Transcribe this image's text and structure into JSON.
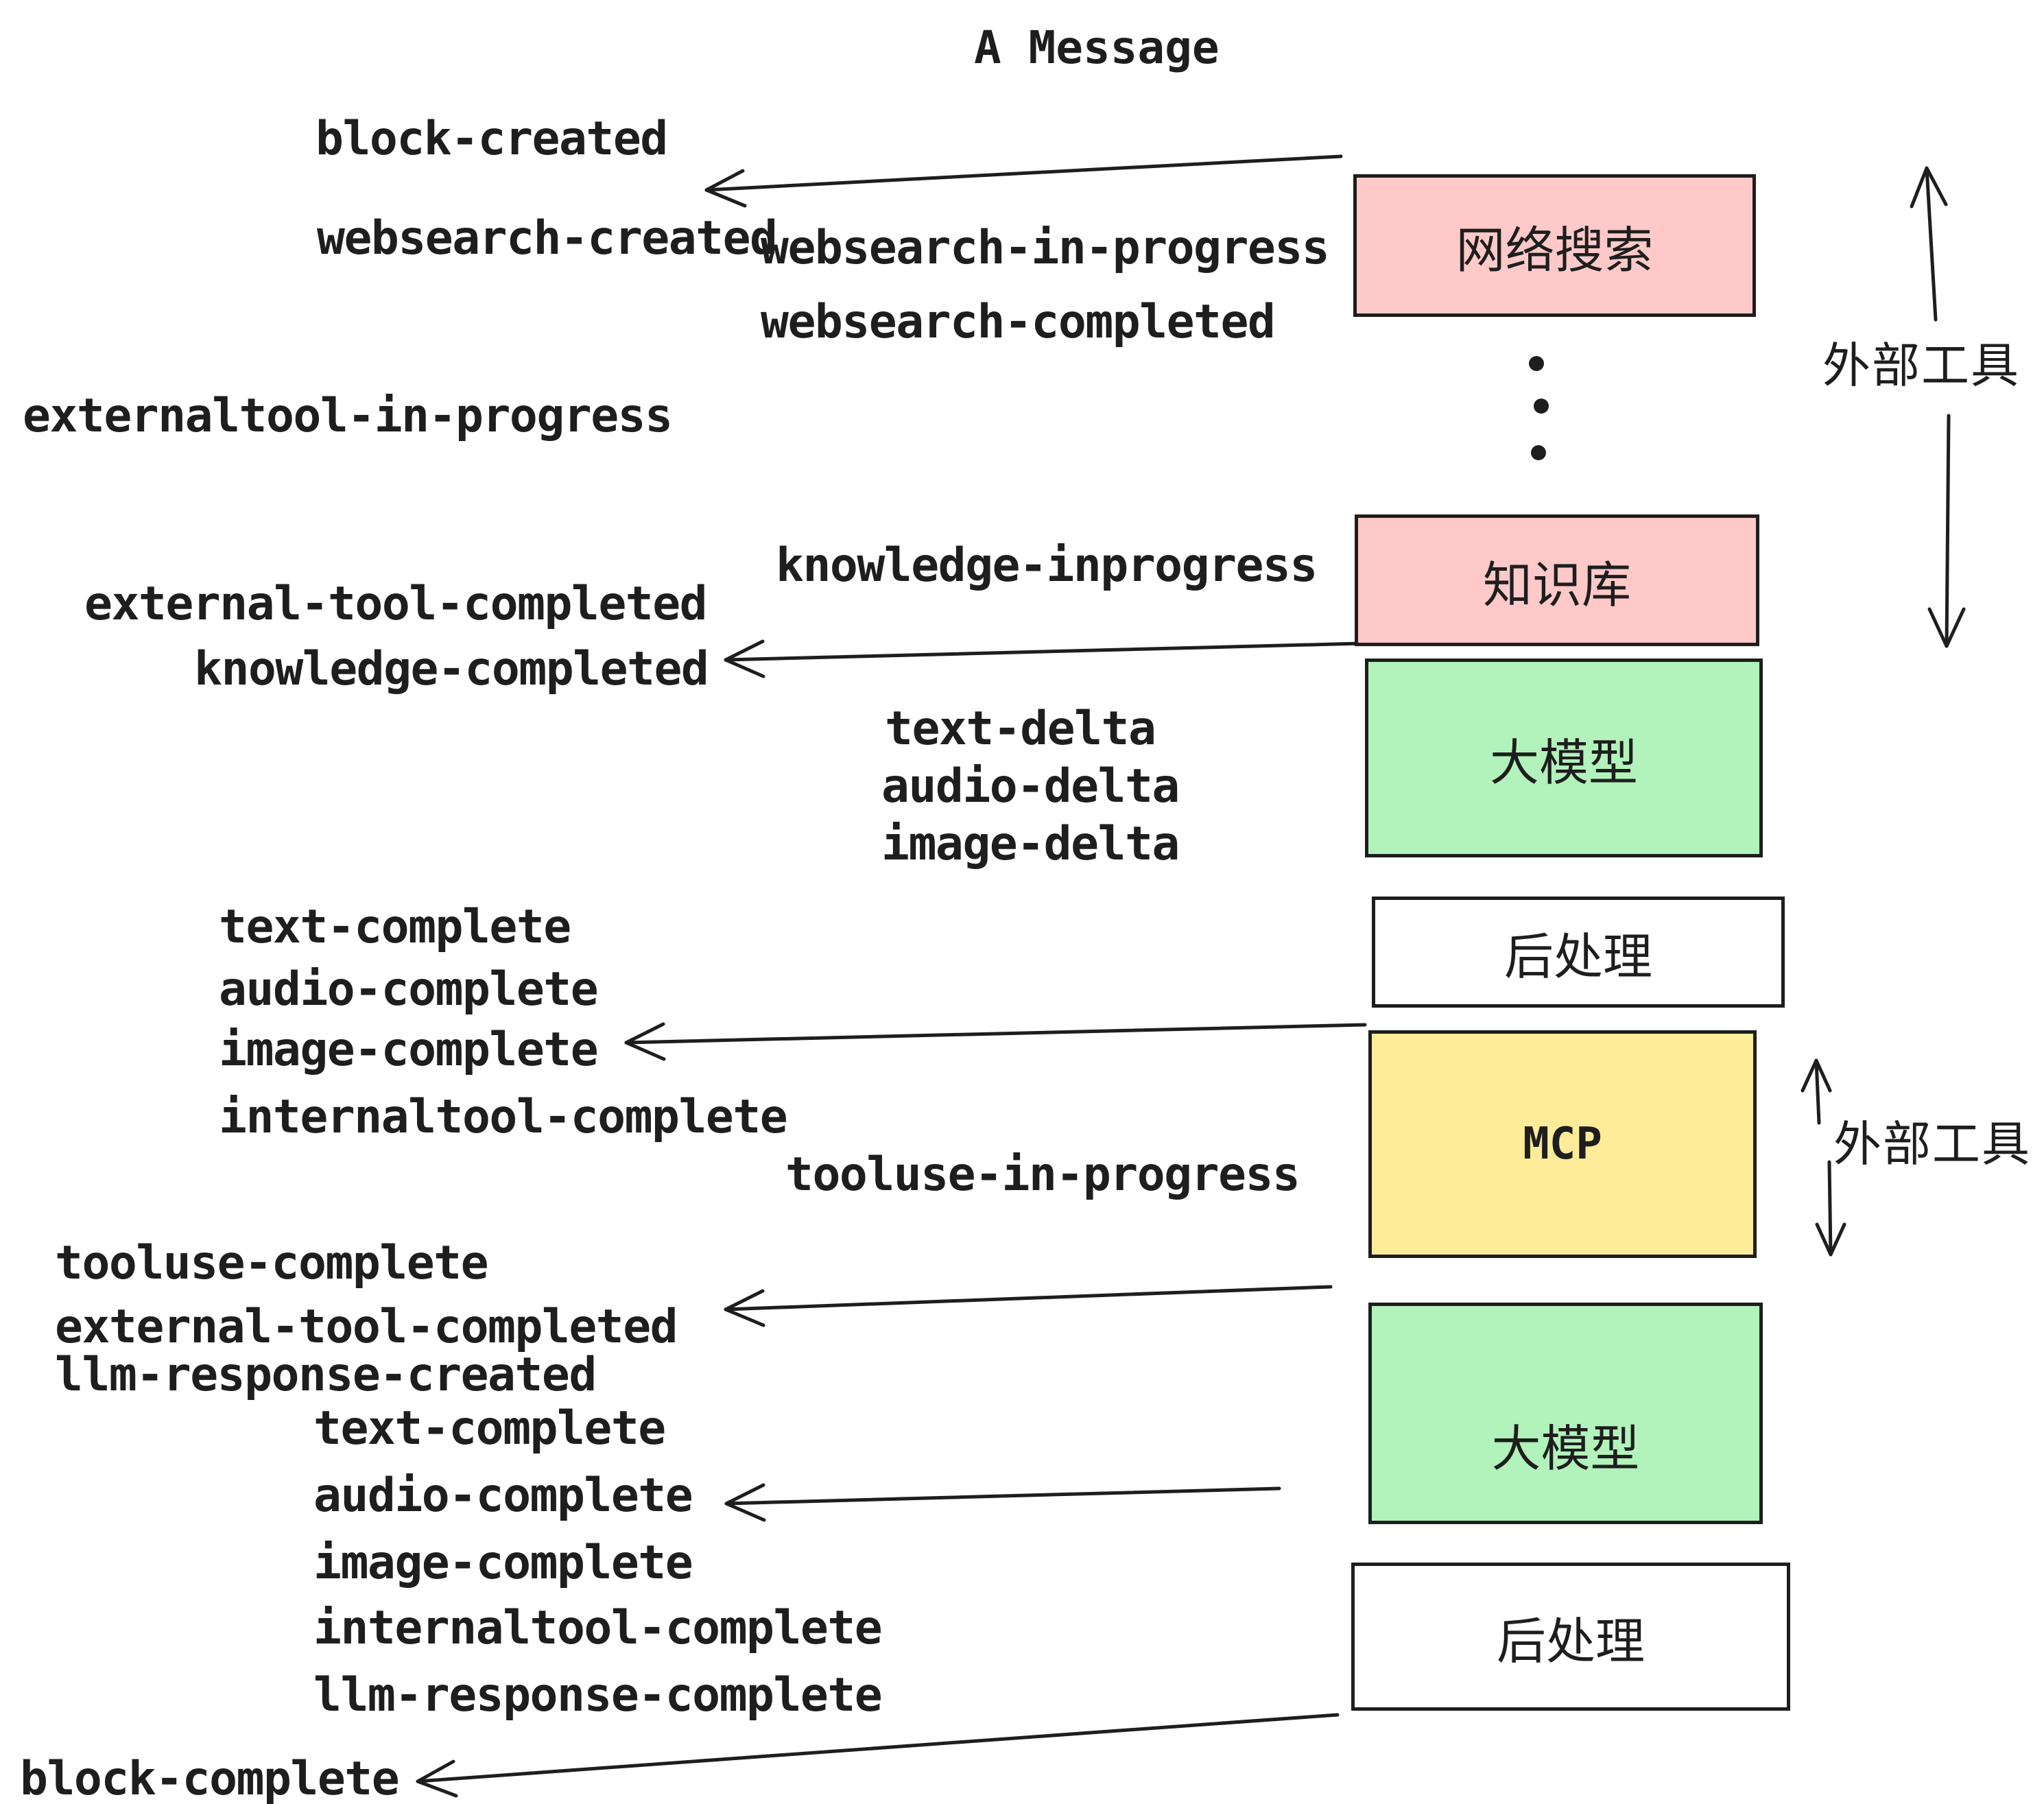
{
  "title": "A Message",
  "colors": {
    "pink": "#ffc9c9",
    "green": "#b2f2bb",
    "yellow": "#ffec99",
    "stroke": "#1e1e1e",
    "background": "#ffffff"
  },
  "boxes": [
    {
      "label": "网络搜索",
      "color": "#ffc9c9"
    },
    {
      "label": "知识库",
      "color": "#ffc9c9"
    },
    {
      "label": "大模型",
      "color": "#b2f2bb"
    },
    {
      "label": "后处理",
      "color": "#ffffff"
    },
    {
      "label": "MCP",
      "color": "#ffec99"
    },
    {
      "label": "大模型",
      "color": "#b2f2bb"
    },
    {
      "label": "后处理",
      "color": "#ffffff"
    }
  ],
  "side_labels": [
    {
      "label": "外部工具"
    },
    {
      "label": "外部工具"
    }
  ],
  "events": [
    {
      "text": "block-created"
    },
    {
      "text": "websearch-created"
    },
    {
      "text": "websearch-in-progress"
    },
    {
      "text": "websearch-completed"
    },
    {
      "text": "externaltool-in-progress"
    },
    {
      "text": "knowledge-inprogress"
    },
    {
      "text": "external-tool-completed"
    },
    {
      "text": "knowledge-completed"
    },
    {
      "text": "text-delta"
    },
    {
      "text": "audio-delta"
    },
    {
      "text": "image-delta"
    },
    {
      "text": "text-complete"
    },
    {
      "text": "audio-complete"
    },
    {
      "text": "image-complete"
    },
    {
      "text": "internaltool-complete"
    },
    {
      "text": "tooluse-in-progress"
    },
    {
      "text": "tooluse-complete"
    },
    {
      "text": "external-tool-completed"
    },
    {
      "text": "llm-response-created"
    },
    {
      "text": "text-complete"
    },
    {
      "text": "audio-complete"
    },
    {
      "text": "image-complete"
    },
    {
      "text": "internaltool-complete"
    },
    {
      "text": "llm-response-complete"
    },
    {
      "text": "block-complete"
    }
  ]
}
